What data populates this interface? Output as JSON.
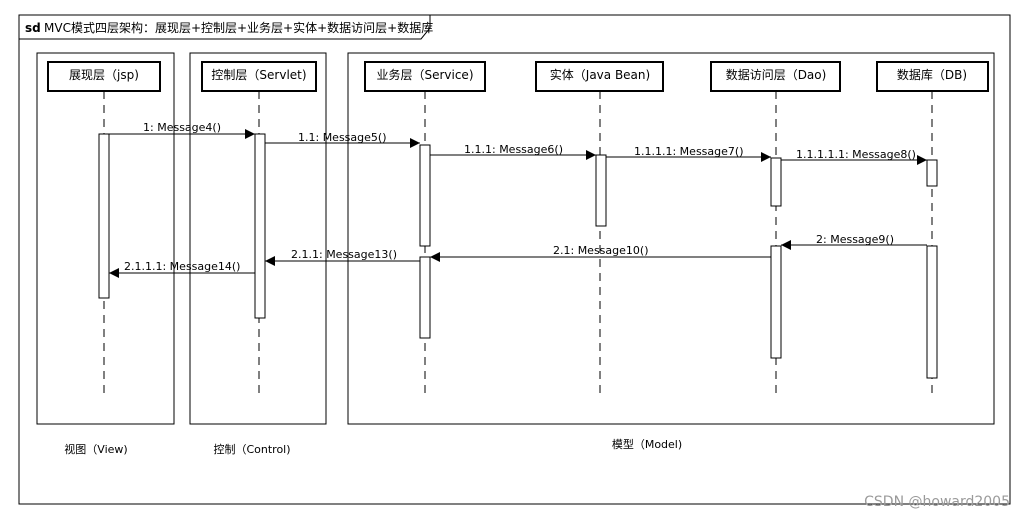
{
  "frame": {
    "keyword": "sd",
    "title": "MVC模式四层架构：展现层+控制层+业务层+实体+数据访问层+数据库"
  },
  "groups": [
    {
      "id": "view",
      "label": "视图（View)"
    },
    {
      "id": "control",
      "label": "控制（Control)"
    },
    {
      "id": "model",
      "label": "模型（Model)"
    }
  ],
  "lifelines": [
    {
      "id": "jsp",
      "label": "展现层（jsp)"
    },
    {
      "id": "servlet",
      "label": "控制层（Servlet)"
    },
    {
      "id": "service",
      "label": "业务层（Service)"
    },
    {
      "id": "bean",
      "label": "实体（Java Bean)"
    },
    {
      "id": "dao",
      "label": "数据访问层（Dao)"
    },
    {
      "id": "db",
      "label": "数据库（DB)"
    }
  ],
  "messages": [
    {
      "label": "1: Message4()",
      "from": "jsp",
      "to": "servlet"
    },
    {
      "label": "1.1: Message5()",
      "from": "servlet",
      "to": "service"
    },
    {
      "label": "1.1.1: Message6()",
      "from": "service",
      "to": "bean"
    },
    {
      "label": "1.1.1.1: Message7()",
      "from": "bean",
      "to": "dao"
    },
    {
      "label": "1.1.1.1.1: Message8()",
      "from": "dao",
      "to": "db"
    },
    {
      "label": "2: Message9()",
      "from": "db",
      "to": "dao"
    },
    {
      "label": "2.1: Message10()",
      "from": "dao",
      "to": "service"
    },
    {
      "label": "2.1.1: Message13()",
      "from": "service",
      "to": "servlet"
    },
    {
      "label": "2.1.1.1: Message14()",
      "from": "servlet",
      "to": "jsp"
    }
  ],
  "watermark": "CSDN @howard2005"
}
